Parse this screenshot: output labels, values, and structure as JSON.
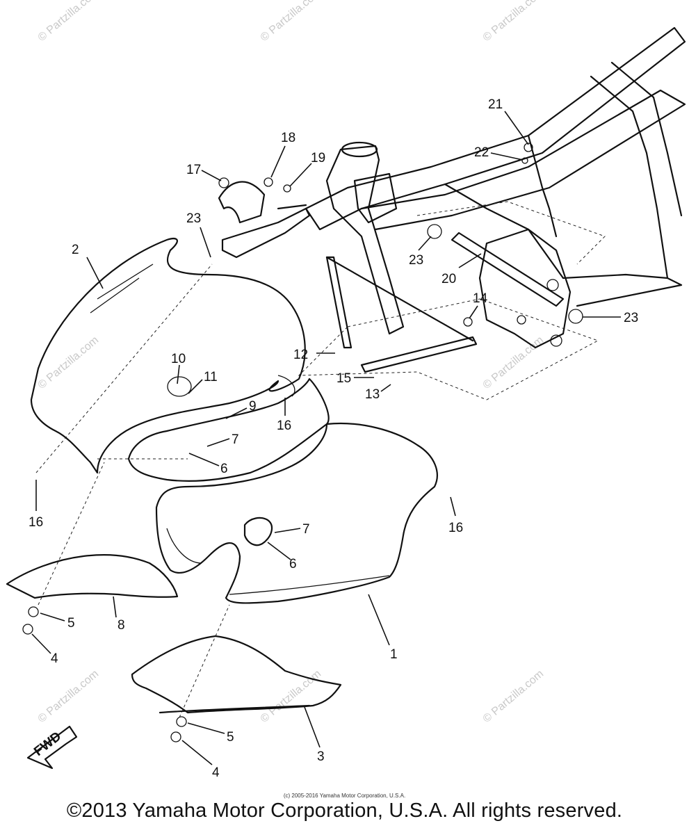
{
  "callouts": [
    {
      "id": "c-2",
      "text": "2"
    },
    {
      "id": "c-23a",
      "text": "23"
    },
    {
      "id": "c-17",
      "text": "17"
    },
    {
      "id": "c-18",
      "text": "18"
    },
    {
      "id": "c-19",
      "text": "19"
    },
    {
      "id": "c-21",
      "text": "21"
    },
    {
      "id": "c-22",
      "text": "22"
    },
    {
      "id": "c-23b",
      "text": "23"
    },
    {
      "id": "c-20",
      "text": "20"
    },
    {
      "id": "c-23c",
      "text": "23"
    },
    {
      "id": "c-14",
      "text": "14"
    },
    {
      "id": "c-12",
      "text": "12"
    },
    {
      "id": "c-10",
      "text": "10"
    },
    {
      "id": "c-11",
      "text": "11"
    },
    {
      "id": "c-15",
      "text": "15"
    },
    {
      "id": "c-13",
      "text": "13"
    },
    {
      "id": "c-9",
      "text": "9"
    },
    {
      "id": "c-16a",
      "text": "16"
    },
    {
      "id": "c-7a",
      "text": "7"
    },
    {
      "id": "c-6a",
      "text": "6"
    },
    {
      "id": "c-16b",
      "text": "16"
    },
    {
      "id": "c-16c",
      "text": "16"
    },
    {
      "id": "c-7b",
      "text": "7"
    },
    {
      "id": "c-6b",
      "text": "6"
    },
    {
      "id": "c-5a",
      "text": "5"
    },
    {
      "id": "c-8",
      "text": "8"
    },
    {
      "id": "c-4a",
      "text": "4"
    },
    {
      "id": "c-1",
      "text": "1"
    },
    {
      "id": "c-5b",
      "text": "5"
    },
    {
      "id": "c-3",
      "text": "3"
    },
    {
      "id": "c-4b",
      "text": "4"
    }
  ],
  "fwd_label": "FWD",
  "watermark": "© Partzilla.com",
  "small_copyright": "(c) 2005-2016 Yamaha Motor Corporation, U.S.A.",
  "copyright": "©2013 Yamaha Motor Corporation, U.S.A. All rights reserved."
}
